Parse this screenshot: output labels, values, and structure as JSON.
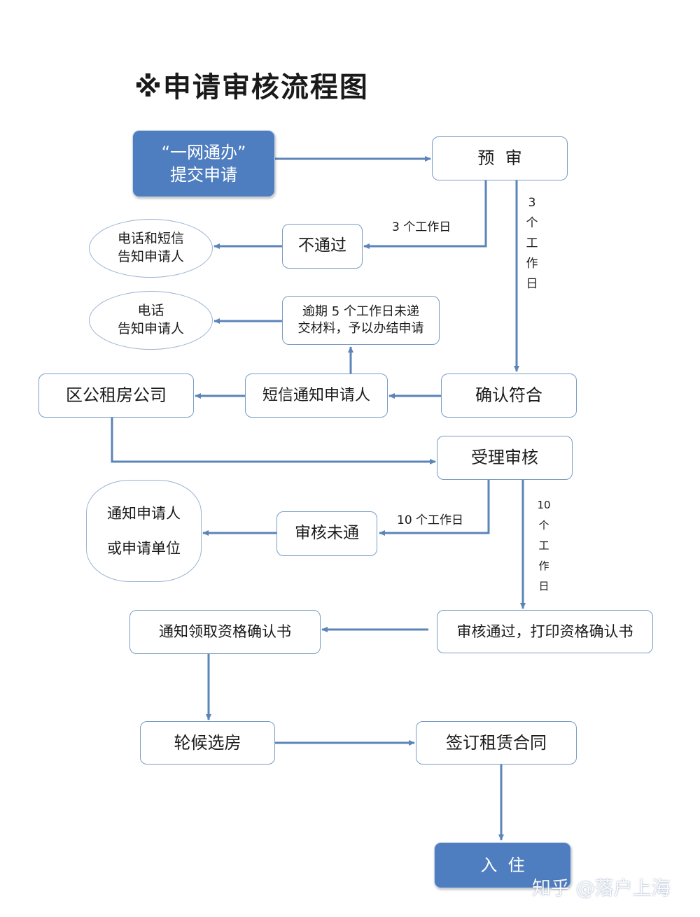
{
  "title": "※申请审核流程图",
  "nodes": {
    "submit": {
      "line1": "“一网通办”",
      "line2": "提交申请"
    },
    "precheck": {
      "label": "预  审"
    },
    "reject1": {
      "label": "不通过"
    },
    "notify_phone_sms": {
      "line1": "电话和短信",
      "line2": "告知申请人"
    },
    "overdue": {
      "line1": "逾期 5 个工作日未递",
      "line2": "交材料，予以办结申请"
    },
    "notify_phone": {
      "line1": "电话",
      "line2": "告知申请人"
    },
    "district_company": {
      "label": "区公租房公司"
    },
    "sms_notify": {
      "label": "短信通知申请人"
    },
    "confirm": {
      "label": "确认符合"
    },
    "accept_review": {
      "label": "受理审核"
    },
    "review_fail": {
      "label": "审核未通"
    },
    "notify_applicant_unit": {
      "line1": "通知申请人",
      "line2": "或申请单位"
    },
    "review_pass": {
      "label": "审核通过，打印资格确认书"
    },
    "notify_collect": {
      "label": "通知领取资格确认书"
    },
    "wait_select": {
      "label": "轮候选房"
    },
    "sign_contract": {
      "label": "签订租赁合同"
    },
    "move_in": {
      "label": "入  住"
    }
  },
  "labels": {
    "three_days": "3 个工作日",
    "three_days_vertical": [
      "3",
      "个",
      "工",
      "作",
      "日"
    ],
    "ten_days": "10 个工作日",
    "ten_days_vertical": [
      "10",
      "个",
      "工",
      "作",
      "日"
    ]
  },
  "watermark": "知乎 @落户上海",
  "colors": {
    "arrow": "#5b84b8",
    "box_border": "#7a9cc4",
    "filled_box": "#4f7ec0"
  }
}
